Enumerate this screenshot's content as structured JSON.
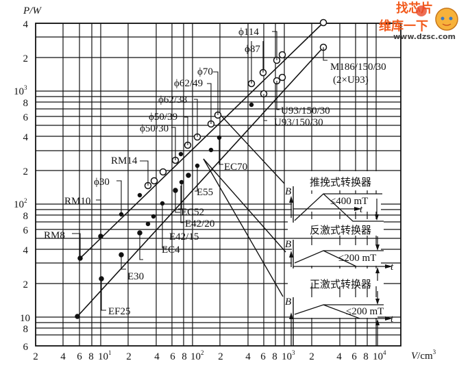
{
  "chart_data": {
    "type": "line",
    "title": "",
    "xlabel": "V/cm³",
    "ylabel": "P/W",
    "xscale": "log",
    "yscale": "log",
    "xlim": [
      2,
      20000
    ],
    "ylim": [
      6,
      4000
    ],
    "grid": true,
    "x_tick_labels": [
      "2",
      "4",
      "6",
      "8",
      "10¹",
      "2",
      "4",
      "6",
      "8",
      "10²",
      "2",
      "4",
      "6",
      "8",
      "10³",
      "2",
      "4",
      "6",
      "8",
      "10⁴"
    ],
    "y_tick_labels": [
      "6",
      "8",
      "10",
      "2",
      "4",
      "6",
      "8",
      "10²",
      "2",
      "4",
      "6",
      "8",
      "10³",
      "2",
      "4"
    ],
    "series": [
      {
        "name": "upper (push-pull, ≤400 mT)",
        "marker": "mixed",
        "points": [
          {
            "x": 5.7,
            "y": 34,
            "core": "RM8"
          },
          {
            "x": 10.5,
            "y": 53,
            "core": "RM10"
          },
          {
            "x": 17,
            "y": 78,
            "core": "ϕ30"
          },
          {
            "x": 28,
            "y": 118,
            "core": ""
          },
          {
            "x": 33,
            "y": 148,
            "core": "RM14"
          },
          {
            "x": 36,
            "y": 160,
            "core": ""
          },
          {
            "x": 45,
            "y": 205,
            "core": ""
          },
          {
            "x": 62,
            "y": 250,
            "core": "ϕ50/30"
          },
          {
            "x": 78,
            "y": 330,
            "core": "ϕ50/39"
          },
          {
            "x": 100,
            "y": 410,
            "core": "ϕ62/38"
          },
          {
            "x": 150,
            "y": 550,
            "core": "ϕ62/49"
          },
          {
            "x": 190,
            "y": 650,
            "core": "ϕ70"
          },
          {
            "x": 440,
            "y": 1200,
            "core": "ϕ87"
          },
          {
            "x": 600,
            "y": 1550,
            "core": "ϕ87"
          },
          {
            "x": 900,
            "y": 1950,
            "core": "ϕ114"
          },
          {
            "x": 1000,
            "y": 2100,
            "core": "ϕ114"
          },
          {
            "x": 2700,
            "y": 4000,
            "core": "M186/150/30 (2×U93)"
          }
        ]
      },
      {
        "name": "lower (flyback / forward, ≤200 mT)",
        "marker": "mixed",
        "points": [
          {
            "x": 5.3,
            "y": 10.5,
            "core": "EF25"
          },
          {
            "x": 10.5,
            "y": 22,
            "core": "EF25"
          },
          {
            "x": 17,
            "y": 35,
            "core": "E30"
          },
          {
            "x": 27,
            "y": 55,
            "core": "EC4"
          },
          {
            "x": 36,
            "y": 72,
            "core": "E42/15"
          },
          {
            "x": 42,
            "y": 85,
            "core": "E42/20"
          },
          {
            "x": 55,
            "y": 110,
            "core": ""
          },
          {
            "x": 70,
            "y": 140,
            "core": "EC52"
          },
          {
            "x": 95,
            "y": 185,
            "core": "E55"
          },
          {
            "x": 130,
            "y": 230,
            "core": "EC70"
          },
          {
            "x": 200,
            "y": 400,
            "core": ""
          },
          {
            "x": 300,
            "y": 560,
            "core": ""
          },
          {
            "x": 470,
            "y": 760,
            "core": ""
          },
          {
            "x": 600,
            "y": 1000,
            "core": "U93/150/30"
          },
          {
            "x": 900,
            "y": 1300,
            "core": "U93/150/30"
          },
          {
            "x": 1000,
            "y": 1400,
            "core": "U93/150/30"
          },
          {
            "x": 2700,
            "y": 2500,
            "core": "M186/150/30 (2×U93)"
          }
        ]
      }
    ],
    "annotations": [
      "ϕ114",
      "ϕ87",
      "ϕ70",
      "ϕ62/49",
      "ϕ62/38",
      "ϕ50/39",
      "ϕ50/30",
      "RM14",
      "ϕ30",
      "RM10",
      "RM8",
      "EF25",
      "E30",
      "EC4",
      "E42/15",
      "E42/20",
      "EC52",
      "E55",
      "EC70",
      "U93/150/30",
      "U93/150/30",
      "M186/150/30",
      "(2×U93)"
    ],
    "insets": [
      {
        "title": "推挽式转换器",
        "axis_y": "B",
        "axis_x": "t",
        "limit": "≤400 mT"
      },
      {
        "title": "反激式转换器",
        "axis_y": "B",
        "axis_x": "t",
        "limit": "≤200 mT"
      },
      {
        "title": "正激式转换器",
        "axis_y": "B",
        "axis_x": "t",
        "limit": "≤200 mT"
      }
    ]
  },
  "axes": {
    "ylabel": "P/W",
    "xlabel": "V/cm",
    "xlabel_sup": "3"
  },
  "labels": {
    "phi114": "ϕ114",
    "phi87": "ϕ87",
    "phi70": "ϕ70",
    "phi62_49": "ϕ62/49",
    "phi62_38": "ϕ62/38",
    "phi50_39": "ϕ50/39",
    "phi50_30": "ϕ50/30",
    "rm14": "RM14",
    "phi30": "ϕ30",
    "rm10": "RM10",
    "rm8": "RM8",
    "ef25": "EF25",
    "e30": "E30",
    "ec4": "EC4",
    "e42_15": "E42/15",
    "e42_20": "E42/20",
    "ec52": "EC52",
    "e55": "E55",
    "ec70": "EC70",
    "u93a": "U93/150/30",
    "u93b": "U93/150/30",
    "m186": "M186/150/30",
    "m186b": "(2×U93)"
  },
  "insets": {
    "pushpull": "推挽式转换器",
    "flyback": "反激式转换器",
    "forward": "正激式转换器",
    "B": "B",
    "t": "t",
    "lim400": "≤400 mT",
    "lim200a": "≤200 mT",
    "lim200b": "≤200 mT"
  },
  "watermark": {
    "line1": "找芯片",
    "line2": "维库一下",
    "url": "www.dzsc.com"
  }
}
